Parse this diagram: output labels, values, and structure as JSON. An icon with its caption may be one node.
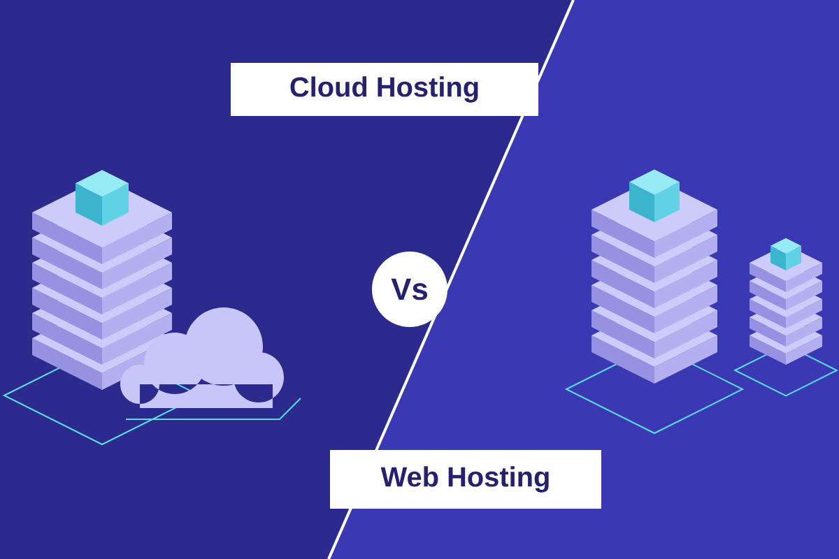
{
  "diagram": {
    "nodes": [
      {
        "text": [
          "Cloud Hosting"
        ]
      },
      {
        "text": [
          "Vs"
        ]
      },
      {
        "text": [
          "Web Hosting"
        ]
      }
    ]
  }
}
